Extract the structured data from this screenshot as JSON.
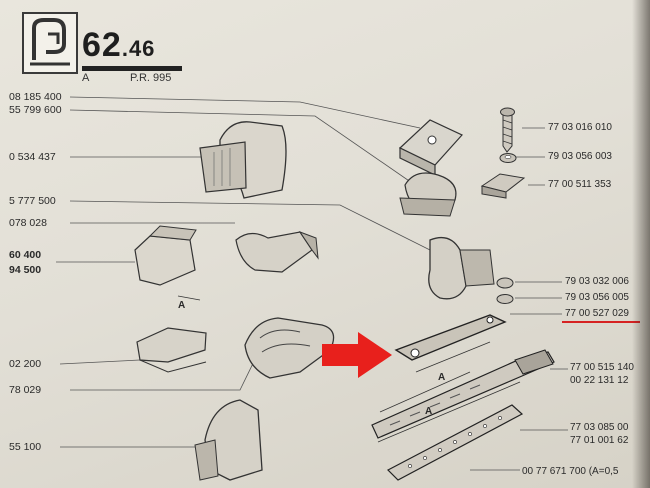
{
  "header": {
    "page_main": "62",
    "page_sub": ".46",
    "variant": "A",
    "ref": "P.R. 995",
    "icon": "clip-category-icon"
  },
  "left_labels": [
    "08 185 400",
    "55 799 600",
    "0 534 437",
    "5 777 500",
    "078 028",
    "60 400",
    "94 500",
    "02 200",
    "78 029",
    "55 100"
  ],
  "right_labels": [
    "77 03 016 010",
    "79 03 056 003",
    "77 00 511 353",
    "79 03 032 006",
    "79 03 056 005",
    "77 00 527 029",
    "77 00 515 140",
    "00 22 131 12",
    "77 03 085 00",
    "77 01 001 62",
    "00 77 671 700  (A=0,5"
  ],
  "dimension_label": "A",
  "highlight": {
    "arrow_color": "#e8201c",
    "underline_color": "#d62222",
    "target": "77 00 527 029"
  }
}
